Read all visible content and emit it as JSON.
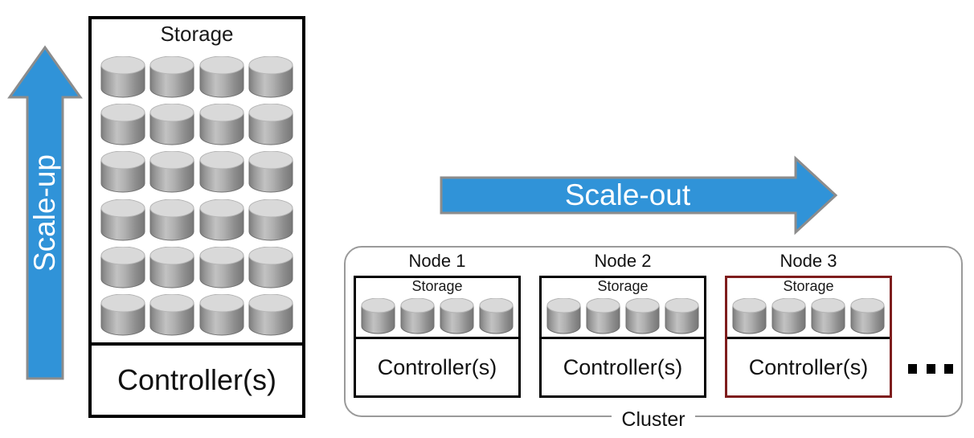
{
  "colors": {
    "arrow_blue": "#3093D8",
    "arrow_stroke": "#8C8C8C",
    "accent_red": "#7E1D1D",
    "box_black": "#000000",
    "cluster_gray": "#9A9A9A"
  },
  "scale_up": {
    "label": "Scale-up",
    "direction": "up",
    "icon": "arrow-up-icon"
  },
  "scale_out": {
    "label": "Scale-out",
    "direction": "right",
    "icon": "arrow-right-icon"
  },
  "system": {
    "storage_label": "Storage",
    "controller_label": "Controller(s)",
    "disk_columns": 4,
    "disk_rows": 6,
    "disk_count": 24,
    "disk_icon": "database-cylinder-icon"
  },
  "cluster": {
    "legend": "Cluster",
    "ellipsis": "...",
    "nodes": [
      {
        "title": "Node 1",
        "storage_label": "Storage",
        "controller_label": "Controller(s)",
        "disk_count": 4,
        "highlighted": false
      },
      {
        "title": "Node 2",
        "storage_label": "Storage",
        "controller_label": "Controller(s)",
        "disk_count": 4,
        "highlighted": false
      },
      {
        "title": "Node 3",
        "storage_label": "Storage",
        "controller_label": "Controller(s)",
        "disk_count": 4,
        "highlighted": true
      }
    ]
  }
}
